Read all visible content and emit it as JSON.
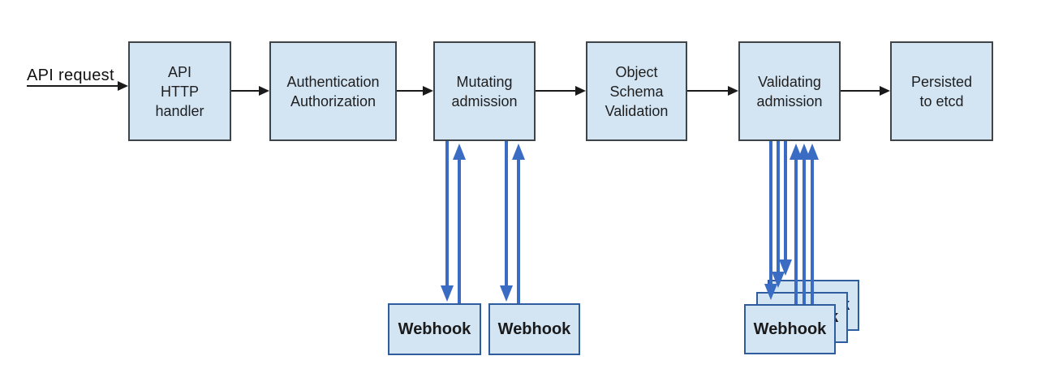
{
  "diagram": {
    "request_label": "API request",
    "pipeline": [
      {
        "label": "API\nHTTP\nhandler"
      },
      {
        "label": "Authentication\nAuthorization"
      },
      {
        "label": "Mutating\nadmission"
      },
      {
        "label": "Object\nSchema\nValidation"
      },
      {
        "label": "Validating\nadmission"
      },
      {
        "label": "Persisted\nto etcd"
      }
    ],
    "mutating_webhooks": [
      {
        "label": "Webhook"
      },
      {
        "label": "Webhook"
      }
    ],
    "validating_webhooks": [
      {
        "label": "Webhook"
      },
      {
        "label": "Webhook"
      },
      {
        "label": "Webhook"
      }
    ],
    "colors": {
      "box_fill": "#d3e4f3",
      "box_border": "#3f4448",
      "webhook_border": "#2e5c9e",
      "arrow_blue": "#3a6cc3",
      "arrow_black": "#1a1a1a"
    }
  }
}
